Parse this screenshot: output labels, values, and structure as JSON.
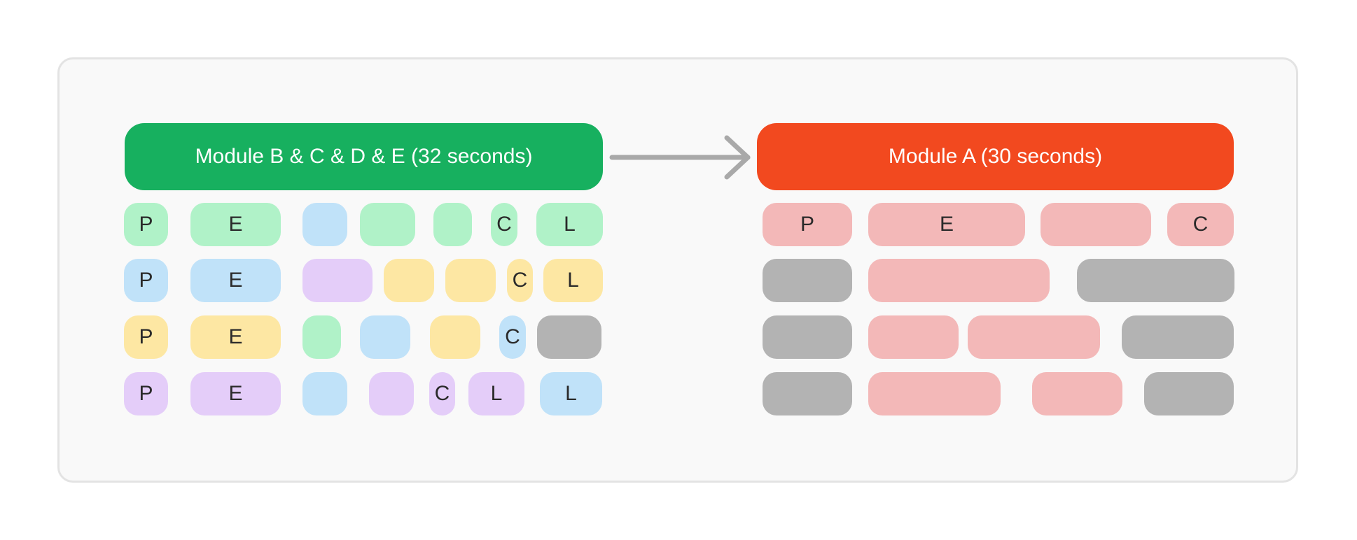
{
  "colors": {
    "green_banner": "#17b05f",
    "red_banner": "#f2491f",
    "green": "#b0f2c8",
    "blue": "#c0e2f9",
    "yellow": "#fde7a3",
    "purple": "#e4cdf9",
    "pink": "#f3b8b8",
    "gray": "#b3b3b3",
    "arrow": "#a9a9a9"
  },
  "left_module": {
    "title": "Module B & C & D & E (32 seconds)"
  },
  "right_module": {
    "title": "Module A (30 seconds)"
  },
  "left_rows": [
    [
      {
        "label": "P",
        "color": "green"
      },
      {
        "label": "E",
        "color": "green"
      },
      {
        "label": "",
        "color": "blue"
      },
      {
        "label": "",
        "color": "green"
      },
      {
        "label": "",
        "color": "green"
      },
      {
        "label": "C",
        "color": "green"
      },
      {
        "label": "L",
        "color": "green"
      }
    ],
    [
      {
        "label": "P",
        "color": "blue"
      },
      {
        "label": "E",
        "color": "blue"
      },
      {
        "label": "",
        "color": "purple"
      },
      {
        "label": "",
        "color": "yellow"
      },
      {
        "label": "",
        "color": "yellow"
      },
      {
        "label": "C",
        "color": "yellow"
      },
      {
        "label": "L",
        "color": "yellow"
      }
    ],
    [
      {
        "label": "P",
        "color": "yellow"
      },
      {
        "label": "E",
        "color": "yellow"
      },
      {
        "label": "",
        "color": "green"
      },
      {
        "label": "",
        "color": "blue"
      },
      {
        "label": "",
        "color": "yellow"
      },
      {
        "label": "C",
        "color": "blue"
      },
      {
        "label": "",
        "color": "gray"
      }
    ],
    [
      {
        "label": "P",
        "color": "purple"
      },
      {
        "label": "E",
        "color": "purple"
      },
      {
        "label": "",
        "color": "blue"
      },
      {
        "label": "",
        "color": "purple"
      },
      {
        "label": "C",
        "color": "purple"
      },
      {
        "label": "L",
        "color": "purple"
      },
      {
        "label": "L",
        "color": "blue"
      }
    ]
  ],
  "right_rows": [
    [
      {
        "label": "P",
        "color": "pink"
      },
      {
        "label": "E",
        "color": "pink"
      },
      {
        "label": "",
        "color": "pink"
      },
      {
        "label": "C",
        "color": "pink"
      }
    ],
    [
      {
        "label": "",
        "color": "gray"
      },
      {
        "label": "",
        "color": "pink"
      },
      {
        "label": "",
        "color": "gray"
      }
    ],
    [
      {
        "label": "",
        "color": "gray"
      },
      {
        "label": "",
        "color": "pink"
      },
      {
        "label": "",
        "color": "pink"
      },
      {
        "label": "",
        "color": "gray"
      }
    ],
    [
      {
        "label": "",
        "color": "gray"
      },
      {
        "label": "",
        "color": "pink"
      },
      {
        "label": "",
        "color": "pink"
      },
      {
        "label": "",
        "color": "gray"
      }
    ]
  ]
}
